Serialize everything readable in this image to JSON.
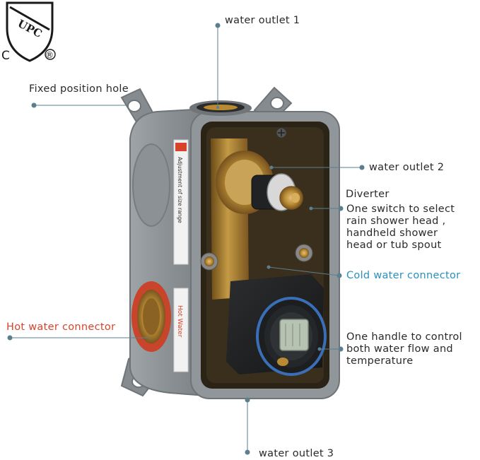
{
  "logo": {
    "mark": "UPC",
    "c": "C",
    "r": "®"
  },
  "labels": {
    "water_outlet_1": "water outlet 1",
    "fixed_position_hole": "Fixed position hole",
    "water_outlet_2": "water outlet 2",
    "diverter_title": "Diverter",
    "diverter_line1": "One switch to select",
    "diverter_line2": "rain shower head ,",
    "diverter_line3": "handheld shower",
    "diverter_line4": "head or tub spout",
    "cold_water_connector": "Cold water connector",
    "hot_water_connector": "Hot water connector",
    "handle_line1": "One handle to control",
    "handle_line2": "both water flow and",
    "handle_line3": "temperature",
    "water_outlet_3": "water outlet 3"
  },
  "body_stickers": {
    "adjustment": "Adjustment of size range",
    "hot_water": "Hot Water"
  },
  "colors": {
    "leader": "#5b7f8e",
    "hot_label": "#d9432a",
    "cold_label": "#2a8fc0",
    "housing": "#8e9497",
    "brass": "#b8892f",
    "seal_red": "#c8442a"
  }
}
